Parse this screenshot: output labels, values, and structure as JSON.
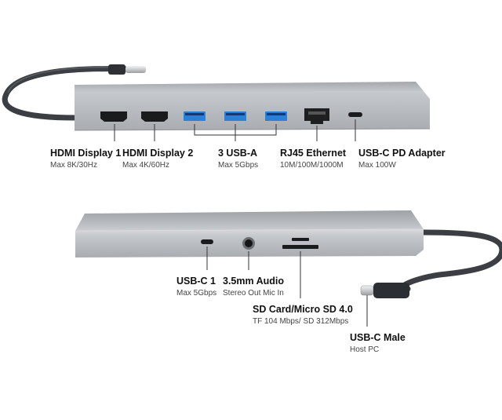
{
  "top_ports": [
    {
      "title": "HDMI Display 1",
      "subtitle": "Max 8K/30Hz"
    },
    {
      "title": "HDMI Display 2",
      "subtitle": "Max 4K/60Hz"
    },
    {
      "title": "3 USB-A",
      "subtitle": "Max 5Gbps"
    },
    {
      "title": "RJ45 Ethernet",
      "subtitle": "10M/100M/1000M"
    },
    {
      "title": "USB-C PD Adapter",
      "subtitle": "Max 100W"
    }
  ],
  "bottom_ports": [
    {
      "title": "USB-C 1",
      "subtitle": "Max 5Gbps"
    },
    {
      "title": "3.5mm Audio",
      "subtitle": "Stereo Out Mic In"
    },
    {
      "title": "SD Card/Micro SD 4.0",
      "subtitle": "TF 104 Mbps/ SD 312Mbps"
    },
    {
      "title": "USB-C Male",
      "subtitle": "Host PC"
    }
  ],
  "colors": {
    "hub_body": "#b9bcc0",
    "usb_a_blue": "#2a7fd8",
    "cable": "#3b3e43"
  }
}
